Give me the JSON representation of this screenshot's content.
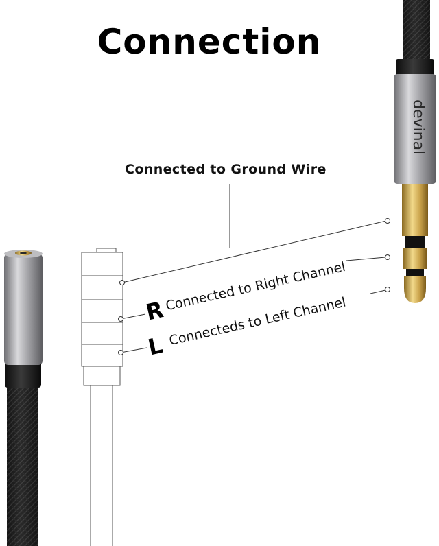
{
  "title": "Connection",
  "brand": "devinal",
  "labels": {
    "ground": "Connected to Ground Wire",
    "right": "Connected to Right Channel",
    "left": "Connecteds to Left Channel",
    "right_letter": "R",
    "left_letter": "L"
  },
  "colors": {
    "cable": "#1a1a1a",
    "metal": "#9a9a9e",
    "gold": "#c9a24a",
    "line": "#333333"
  }
}
